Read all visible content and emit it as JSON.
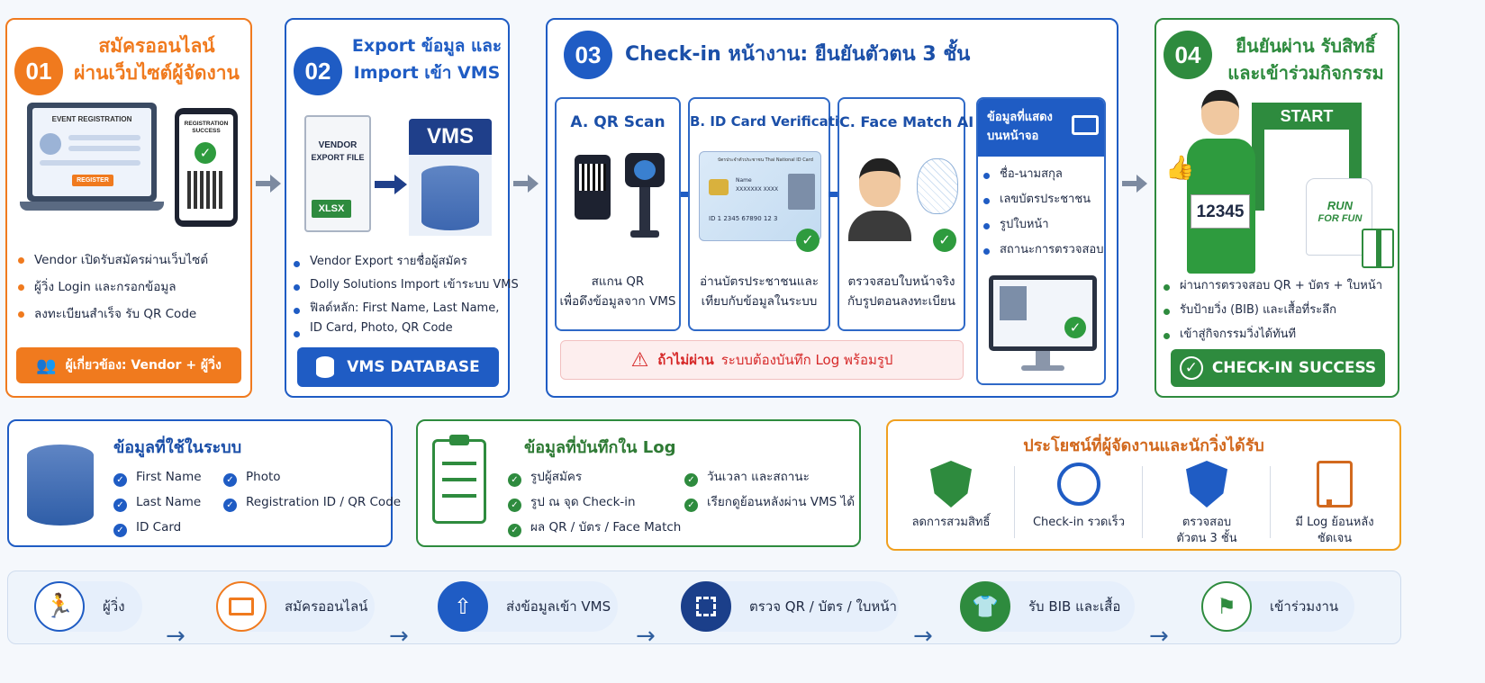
{
  "colors": {
    "orange": "#f07a1e",
    "blue": "#1f5cc4",
    "green": "#2e8b3e",
    "red": "#d62828",
    "gold": "#f0a020"
  },
  "step1": {
    "num": "01",
    "title_l1": "สมัครออนไลน์",
    "title_l2": "ผ่านเว็บไซต์ผู้จัดงาน",
    "laptop_heading": "EVENT REGISTRATION",
    "laptop_button": "REGISTER",
    "phone_heading": "REGISTRATION SUCCESS",
    "bullets": [
      "Vendor เปิดรับสมัครผ่านเว็บไซต์",
      "ผู้วิ่ง Login และกรอกข้อมูล",
      "ลงทะเบียนสำเร็จ รับ QR Code"
    ],
    "footer": "ผู้เกี่ยวข้อง: Vendor + ผู้วิ่ง"
  },
  "step2": {
    "num": "02",
    "title_l1": "Export ข้อมูล และ",
    "title_l2": "Import เข้า VMS",
    "file_l1": "VENDOR",
    "file_l2": "EXPORT FILE",
    "file_tag": "XLSX",
    "db_label": "VMS",
    "bullets": [
      "Vendor Export รายชื่อผู้สมัคร",
      "Dolly Solutions Import เข้าระบบ VMS",
      "ฟิลด์หลัก: First Name, Last Name,"
    ],
    "bullet_cont": "ID Card, Photo, QR Code",
    "footer": "VMS DATABASE"
  },
  "step3": {
    "num": "03",
    "title": "Check-in หน้างาน: ยืนยันตัวตน 3 ชั้น",
    "a_title": "A. QR Scan",
    "a_caption_l1": "สแกน QR",
    "a_caption_l2": "เพื่อดึงข้อมูลจาก VMS",
    "b_title": "B. ID Card Verification",
    "b_card_header": "บัตรประจำตัวประชาชน Thai National ID Card",
    "b_card_name": "Name",
    "b_card_mask": "XXXXXXX XXXX",
    "b_card_id": "ID 1 2345 67890 12 3",
    "b_caption_l1": "อ่านบัตรประชาชนและ",
    "b_caption_l2": "เทียบกับข้อมูลในระบบ",
    "c_title": "C. Face Match AI",
    "c_caption_l1": "ตรวจสอบใบหน้าจริง",
    "c_caption_l2": "กับรูปตอนลงทะเบียน",
    "warning_bold": "ถ้าไม่ผ่าน",
    "warning_rest": "ระบบต้องบันทึก Log พร้อมรูป",
    "screen_title_l1": "ข้อมูลที่แสดง",
    "screen_title_l2": "บนหน้าจอ",
    "screen_items": [
      "ชื่อ-นามสกุล",
      "เลขบัตรประชาชน",
      "รูปใบหน้า",
      "สถานะการตรวจสอบ"
    ]
  },
  "step4": {
    "num": "04",
    "title_l1": "ยืนยันผ่าน รับสิทธิ์",
    "title_l2": "และเข้าร่วมกิจกรรม",
    "start": "START",
    "bib": "12345",
    "shirt_l1": "RUN",
    "shirt_l2": "FOR FUN",
    "bullets": [
      "ผ่านการตรวจสอบ QR + บัตร + ใบหน้า",
      "รับป้ายวิ่ง (BIB) และเสื้อที่ระลึก",
      "เข้าสู่กิจกรรมวิ่งได้ทันที"
    ],
    "footer": "CHECK-IN SUCCESS"
  },
  "data_box": {
    "title": "ข้อมูลที่ใช้ในระบบ",
    "col1": [
      "First Name",
      "Last Name",
      "ID Card"
    ],
    "col2": [
      "Photo",
      "Registration ID / QR Code"
    ]
  },
  "log_box": {
    "title": "ข้อมูลที่บันทึกใน Log",
    "col1": [
      "รูปผู้สมัคร",
      "รูป ณ จุด Check-in",
      "ผล QR / บัตร / Face Match"
    ],
    "col2": [
      "วันเวลา และสถานะ",
      "เรียกดูย้อนหลังผ่าน VMS ได้"
    ]
  },
  "benefit_box": {
    "title": "ประโยชน์ที่ผู้จัดงานและนักวิ่งได้รับ",
    "items": [
      {
        "l1": "ลดการสวมสิทธิ์",
        "l2": ""
      },
      {
        "l1": "Check-in รวดเร็ว",
        "l2": ""
      },
      {
        "l1": "ตรวจสอบ",
        "l2": "ตัวตน 3 ชั้น"
      },
      {
        "l1": "มี Log ย้อนหลัง",
        "l2": "ชัดเจน"
      }
    ]
  },
  "flow": [
    "ผู้วิ่ง",
    "สมัครออนไลน์",
    "ส่งข้อมูลเข้า VMS",
    "ตรวจ QR / บัตร / ใบหน้า",
    "รับ BIB และเสื้อ",
    "เข้าร่วมงาน"
  ],
  "flow_arrow": "→"
}
